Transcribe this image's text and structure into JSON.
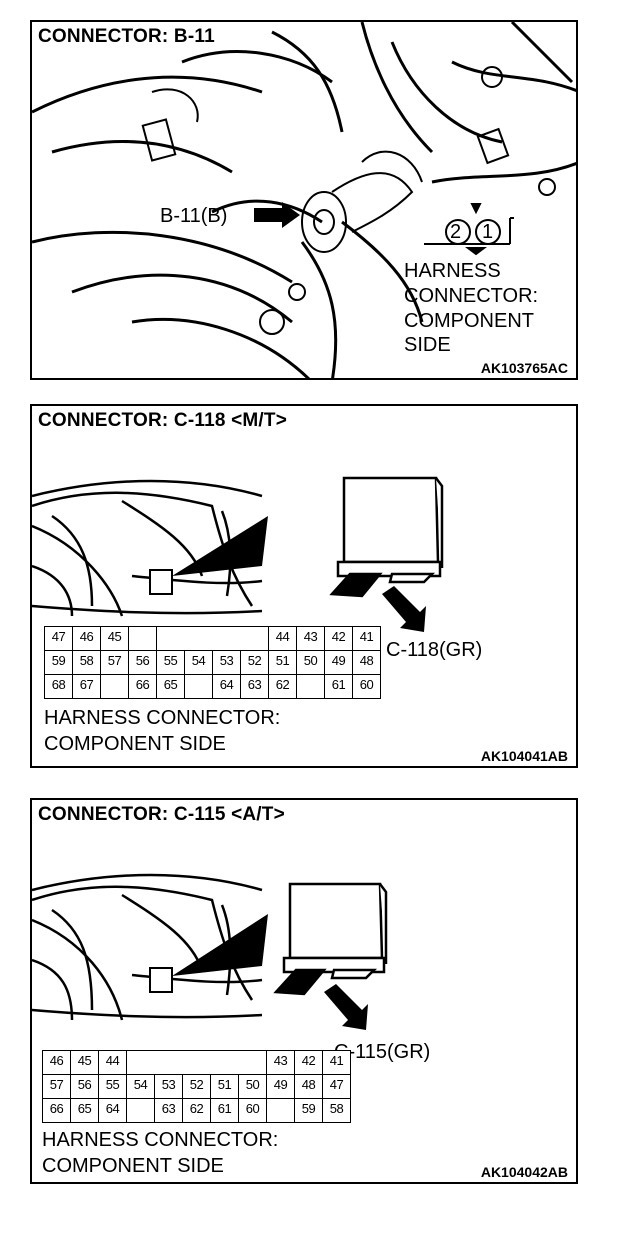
{
  "panels": [
    {
      "title": "CONNECTOR: B-11",
      "code": "AK103765AC",
      "callout": "B-11(B)",
      "harness": [
        "HARNESS",
        "CONNECTOR:",
        "COMPONENT",
        "SIDE"
      ],
      "pins": [
        "2",
        "1"
      ]
    },
    {
      "title": "CONNECTOR: C-118 <M/T>",
      "code": "AK104041AB",
      "callout": "C-118(GR)",
      "harness": [
        "HARNESS CONNECTOR:",
        "COMPONENT SIDE"
      ],
      "rows": [
        [
          "47",
          "46",
          "45",
          "",
          "44",
          "43",
          "42",
          "41"
        ],
        [
          "59",
          "58",
          "57",
          "56",
          "55",
          "54",
          "53",
          "52",
          "51",
          "50",
          "49",
          "48"
        ],
        [
          "68",
          "67",
          "",
          "66",
          "65",
          "",
          "64",
          "63",
          "62",
          "",
          "61",
          "60"
        ]
      ]
    },
    {
      "title": "CONNECTOR: C-115 <A/T>",
      "code": "AK104042AB",
      "callout": "C-115(GR)",
      "harness": [
        "HARNESS CONNECTOR:",
        "COMPONENT SIDE"
      ],
      "rows": [
        [
          "46",
          "45",
          "44",
          "",
          "43",
          "42",
          "41"
        ],
        [
          "57",
          "56",
          "55",
          "54",
          "53",
          "52",
          "51",
          "50",
          "49",
          "48",
          "47"
        ],
        [
          "66",
          "65",
          "64",
          "",
          "63",
          "62",
          "61",
          "60",
          "",
          "59",
          "58"
        ]
      ]
    }
  ]
}
